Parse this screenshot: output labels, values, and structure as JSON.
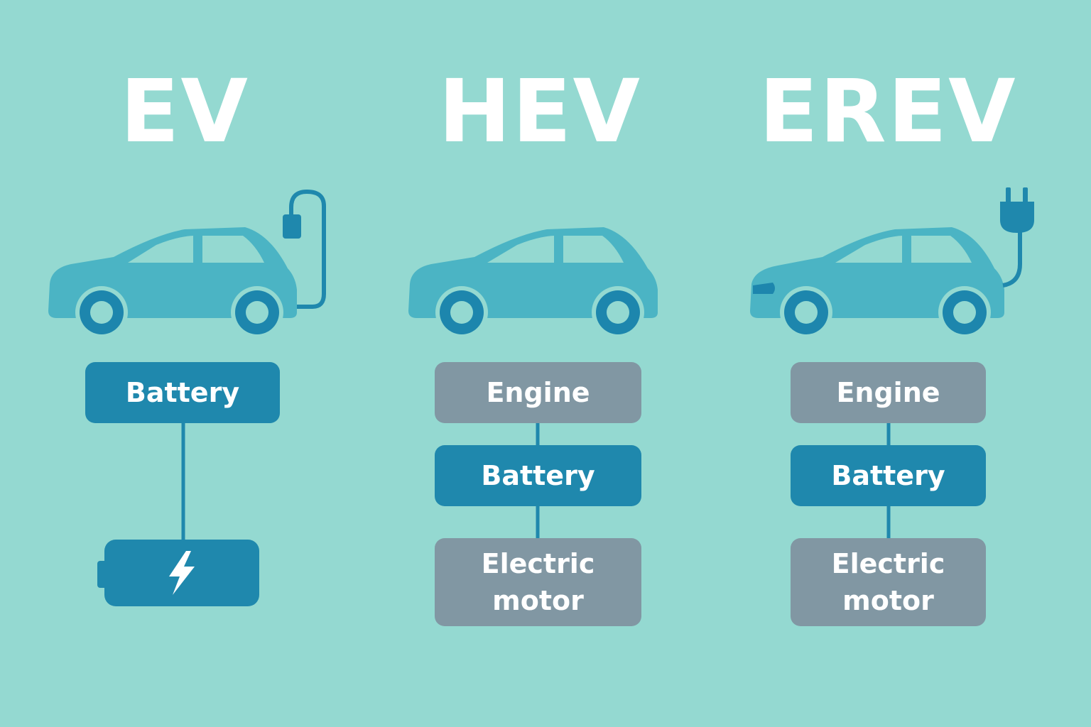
{
  "colors": {
    "background": "#94d9d1",
    "car": "#4bb4c4",
    "wheel": "#1d86ad",
    "battery": "#1f88ad",
    "engine": "#8197a3",
    "connector": "#1f88ad"
  },
  "columns": {
    "ev": {
      "title": "EV",
      "car_icon": "car-with-charging-cable-icon",
      "components": [
        {
          "label": "Battery",
          "type": "battery"
        }
      ],
      "bottom_icon": "battery-charge-icon"
    },
    "hev": {
      "title": "HEV",
      "car_icon": "car-icon",
      "components": [
        {
          "label": "Engine",
          "type": "engine"
        },
        {
          "label": "Battery",
          "type": "battery"
        },
        {
          "label": "Electric\nmotor",
          "type": "motor"
        }
      ]
    },
    "erev": {
      "title": "EREV",
      "car_icon": "car-with-plug-icon",
      "components": [
        {
          "label": "Engine",
          "type": "engine"
        },
        {
          "label": "Battery",
          "type": "battery"
        },
        {
          "label": "Electric\nmotor",
          "type": "motor"
        }
      ]
    }
  }
}
